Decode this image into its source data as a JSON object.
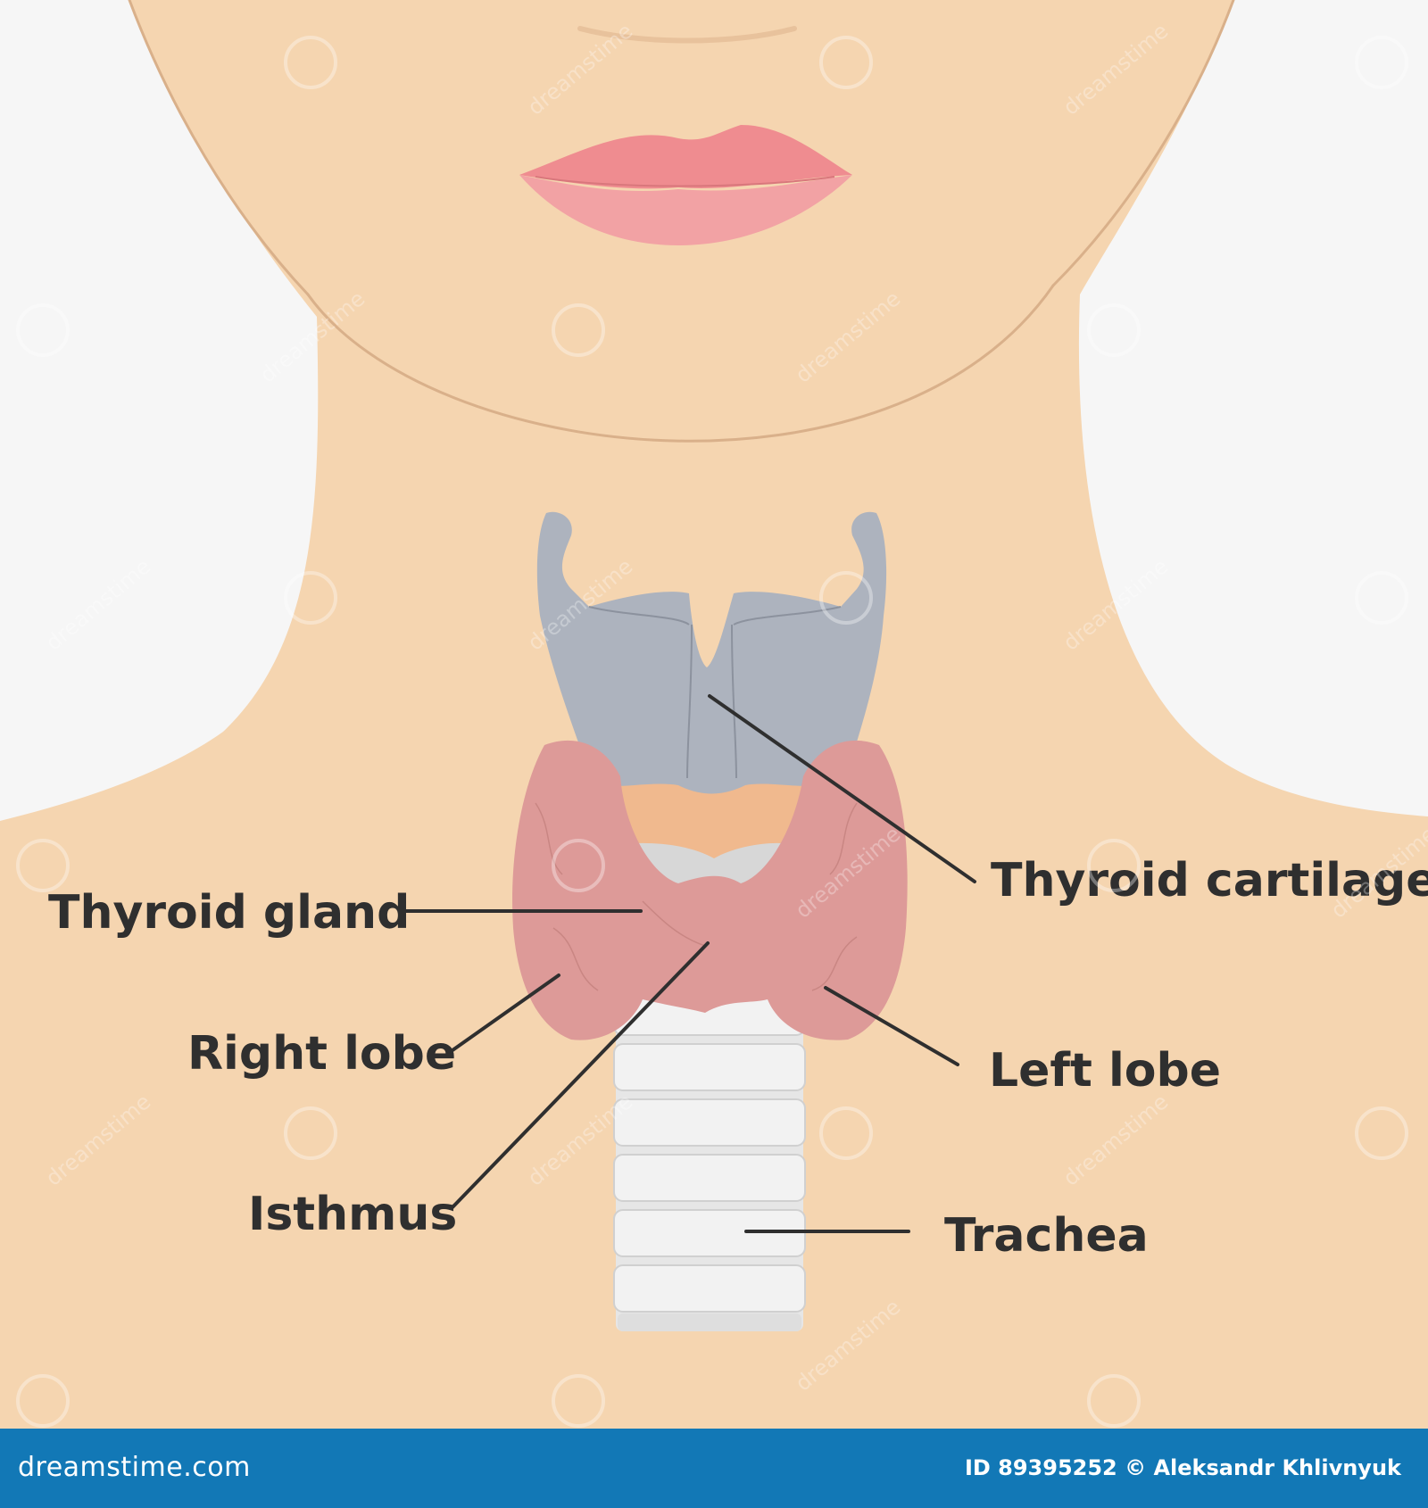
{
  "labels": {
    "thyroid_cartilage": "Thyroid cartilage",
    "thyroid_gland": "Thyroid gland",
    "right_lobe": "Right lobe",
    "left_lobe": "Left lobe",
    "isthmus": "Isthmus",
    "trachea": "Trachea"
  },
  "watermark": {
    "text": "dreamstime"
  },
  "footer": {
    "brand": "dreamstime.com",
    "credit": "ID 89395252 © Aleksandr Khlivnyuk"
  },
  "colors": {
    "background": "#f6f6f6",
    "skin": "#f5d5b0",
    "skin_line": "#d9b08a",
    "lips": "#ee8f93",
    "cartilage": "#adb3be",
    "thyroid": "#dd9a98",
    "trachea": "#e6e6e6",
    "label_text": "#2f2f2f",
    "footer_bg": "#1278b6"
  }
}
